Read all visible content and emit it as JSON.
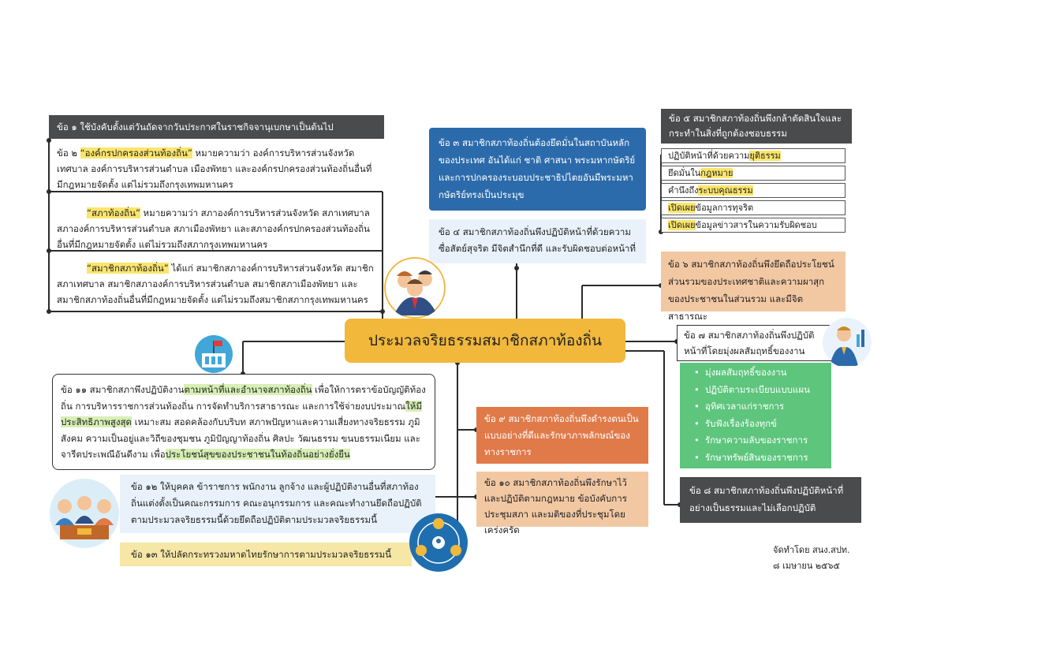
{
  "center_title": "ประมวลจริยธรรมสมาชิกสภาท้องถิ่น",
  "clause1": "ข้อ ๑ ใช้บังคับตั้งแต่วันถัดจากวันประกาศในราชกิจจานุเบกษาเป็นต้นไป",
  "clause2": {
    "lead": "ข้อ ๒ ",
    "term": "“องค์กรปกครองส่วนท้องถิ่น”",
    "text": " หมายความว่า องค์การบริหารส่วนจังหวัด เทศบาล องค์การบริหารส่วนตำบล เมืองพัทยา และองค์กรปกครองส่วนท้องถิ่นอื่นที่มีกฎหมายจัดตั้ง แต่ไม่รวมถึงกรุงเทพมหานคร"
  },
  "def_council": {
    "term": "“สภาท้องถิ่น”",
    "text": " หมายความว่า สภาองค์การบริหารส่วนจังหวัด สภาเทศบาล สภาองค์การบริหารส่วนตำบล สภาเมืองพัทยา และสภาองค์กรปกครองส่วนท้องถิ่นอื่นที่มีกฎหมายจัดตั้ง แต่ไม่รวมถึงสภากรุงเทพมหานคร"
  },
  "def_member": {
    "term": "“สมาชิกสภาท้องถิ่น”",
    "text": " ได้แก่ สมาชิกสภาองค์การบริหารส่วนจังหวัด สมาชิกสภาเทศบาล สมาชิกสภาองค์การบริหารส่วนตำบล สมาชิกสภาเมืองพัทยา และสมาชิกสภาท้องถิ่นอื่นที่มีกฎหมายจัดตั้ง แต่ไม่รวมถึงสมาชิกสภากรุงเทพมหานคร"
  },
  "clause3": "ข้อ ๓ สมาชิกสภาท้องถิ่นต้องยึดมั่นในสถาบันหลักของประเทศ อันได้แก่ ชาติ ศาสนา พระมหากษัตริย์ และการปกครองระบอบประชาธิปไตยอันมีพระมหากษัตริย์ทรงเป็นประมุข",
  "clause4": "ข้อ ๔ สมาชิกสภาท้องถิ่นพึงปฏิบัติหน้าที่ด้วยความซื่อสัตย์สุจริต มีจิตสำนึกที่ดี และรับผิดชอบต่อหน้าที่",
  "clause5": {
    "title": "ข้อ ๕ สมาชิกสภาท้องถิ่นพึงกล้าตัดสินใจและกระทำในสิ่งที่ถูกต้องชอบธรรม",
    "items": [
      {
        "pre": "ปฏิบัติหน้าที่ด้วยความ",
        "hl": "ยุติธรรม",
        "post": ""
      },
      {
        "pre": "ยึดมั่นใน",
        "hl": "กฎหมาย",
        "post": ""
      },
      {
        "pre": "คำนึงถึง",
        "hl": "ระบบคุณธรรม",
        "post": ""
      },
      {
        "pre": "",
        "hl": "เปิดเผย",
        "post": "ข้อมูลการทุจริต"
      },
      {
        "pre": "",
        "hl": "เปิดเผย",
        "post": "ข้อมูลข่าวสารในความรับผิดชอบ"
      }
    ]
  },
  "clause6": "ข้อ ๖ สมาชิกสภาท้องถิ่นพึงยึดถือประโยชน์ส่วนรวมของประเทศชาติและความผาสุกของประชาชนในส่วนรวม และมีจิตสาธารณะ",
  "clause7": {
    "title": "ข้อ ๗ สมาชิกสภาท้องถิ่นพึงปฏิบัติหน้าที่โดยมุ่งผลสัมฤทธิ์ของงาน",
    "items": [
      "มุ่งผลสัมฤทธิ์ของงาน",
      "ปฏิบัติตามระเบียบแบบแผน",
      "อุทิศเวลาแก่ราชการ",
      "รับฟังเรื่องร้องทุกข์",
      "รักษาความลับของราชการ",
      "รักษาทรัพย์สินของราชการ"
    ]
  },
  "clause8": "ข้อ ๘ สมาชิกสภาท้องถิ่นพึงปฏิบัติหน้าที่อย่างเป็นธรรมและไม่เลือกปฏิบัติ",
  "clause9": "ข้อ ๙ สมาชิกสภาท้องถิ่นพึงดำรงตนเป็นแบบอย่างที่ดีและรักษาภาพลักษณ์ของทางราชการ",
  "clause10": "ข้อ ๑๐ สมาชิกสภาท้องถิ่นพึงรักษาไว้และปฏิบัติตามกฎหมาย ข้อบังคับการประชุมสภา และมติของที่ประชุมโดยเคร่งครัด",
  "clause11": {
    "p1": "ข้อ ๑๑ สมาชิกสภาพึงปฏิบัติงาน",
    "h1": "ตามหน้าที่และอำนาจสภาท้องถิ่น",
    "p2": " เพื่อให้การตราข้อบัญญัติท้องถิ่น การบริหารราชการส่วนท้องถิ่น การจัดทำบริการสาธารณะ และการใช้จ่ายงบประมาณ",
    "h2": "ให้มีประสิทธิภาพสูงสุด",
    "p3": " เหมาะสม สอดคล้องกับบริบท สภาพปัญหาและความเสี่ยงทางจริยธรรม ภูมิสังคม ความเป็นอยู่และวิถีของชุมชน ภูมิปัญญาท้องถิ่น ศิลปะ วัฒนธรรม ขนบธรรมเนียม และจารีตประเพณีอันดีงาม เพื่อ",
    "h3": "ประโยชน์สุขของประชาชนในท้องถิ่นอย่างยั่งยืน"
  },
  "clause12": "ข้อ ๑๒ ให้บุคคล ข้าราชการ พนักงาน ลูกจ้าง และผู้ปฏิบัติงานอื่นที่สภาท้องถิ่นแต่งตั้งเป็นคณะกรรมการ คณะอนุกรรมการ และคณะทำงานยึดถือปฏิบัติตามประมวลจริยธรรมนี้ด้วยยึดถือปฏิบัติตามประมวลจริยธรรมนี้",
  "clause13": "ข้อ ๑๓ ให้ปลัดกระทรวงมหาดไทยรักษาการตามประมวลจริยธรรมนี้",
  "footer": {
    "line1": "จัดทำโดย สนง.สปท.",
    "line2": "๘ เมษายน ๒๕๖๕"
  },
  "icons": [
    "officials-group-icon",
    "flag-building-icon",
    "businessman-chart-icon",
    "meeting-committee-icon",
    "network-people-icon"
  ],
  "colors": {
    "center": "#f2b83b",
    "dark": "#4a4b4d",
    "blue": "#2c6bab",
    "light_blue": "#e9f2fa",
    "tan": "#f2c8a3",
    "orange": "#e07a49",
    "green": "#5ec57d",
    "highlight": "#fbe56c"
  }
}
